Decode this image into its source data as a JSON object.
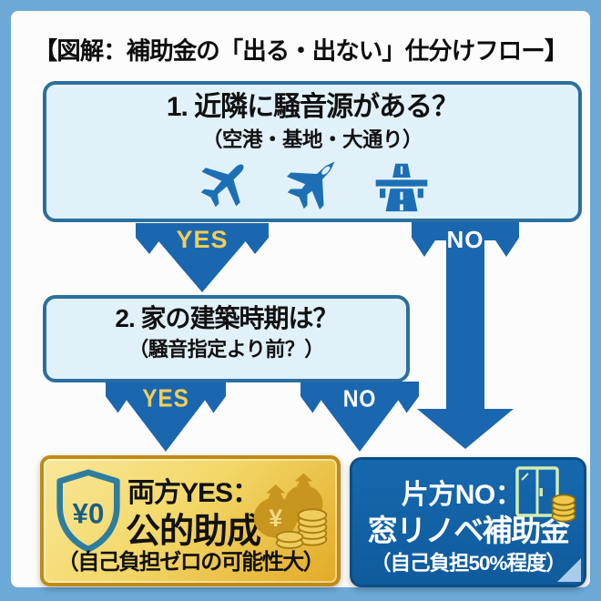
{
  "title": "【図解：補助金の「出る・出ない」仕分けフロー】",
  "q1": {
    "heading": "1. 近隣に騒音源がある？",
    "sub": "（空港・基地・大通り）",
    "icons": [
      "airliner-icon",
      "fighter-jet-icon",
      "highway-icon"
    ]
  },
  "arrows": {
    "q1_yes": "YES",
    "q1_no": "NO",
    "q2_yes": "YES",
    "q2_no": "NO"
  },
  "q2": {
    "heading": "2. 家の建築時期は？",
    "sub": "（騒音指定より前？）"
  },
  "result_yes": {
    "title": "両方YES：",
    "name": "公的助成",
    "note": "（自己負担ゼロの可能性大）",
    "shield_badge": "¥0",
    "bag_symbol": "¥",
    "icons": [
      "shield-yen-zero-icon",
      "money-bags-icon"
    ]
  },
  "result_no": {
    "title": "片方NO：",
    "name": "窓リノベ補助金",
    "note": "（自己負担50%程度）",
    "icons": [
      "window-coins-icon"
    ]
  },
  "colors": {
    "canvas_bg": "#6CA9D6",
    "card_bg": "#FCFCFC",
    "question_box_fill": "#E1F1FA",
    "question_box_border": "#2B6F9E",
    "arrow_blue": "#1A67B0",
    "yes_label": "#F0CE58",
    "no_label": "#FFFFFF",
    "gold_border": "#C08A15",
    "gold_fill_light": "#F9E79A",
    "gold_fill_dark": "#E2AA27",
    "blue_result_fill": "#1160A5",
    "blue_result_border": "#0D4E82",
    "icon_blue": "#1C6FB5",
    "shield_teal": "#2E7D9E",
    "bag_gold": "#C8951F",
    "coin_gold": "#EFCD5C",
    "window_green": "#D2ECB0"
  }
}
